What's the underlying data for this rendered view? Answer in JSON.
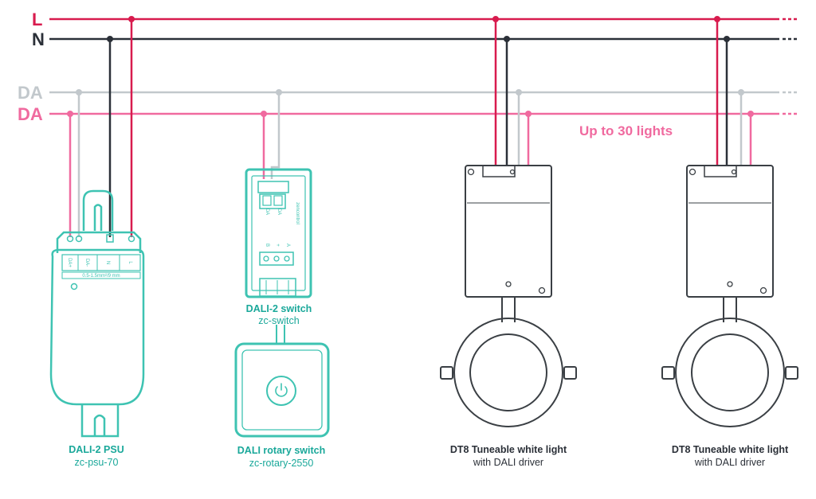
{
  "colors": {
    "live": "#d81b4e",
    "neutral": "#2b3038",
    "dali_grey": "#c2c8cc",
    "dali_pink": "#f06a9f",
    "teal": "#3ec3b2",
    "teal_text": "#1aa89a",
    "device_stroke": "#3a3f44"
  },
  "buses": {
    "live": "L",
    "neutral": "N",
    "dali_minus": "DA",
    "dali_plus": "DA"
  },
  "annotation": "Up to 30 lights",
  "psu": {
    "title": "DALI-2 PSU",
    "model": "zc-psu-70",
    "terminals": [
      "DA+",
      "DA-",
      "N",
      "L"
    ],
    "strip_text": "0.5-1.5mm²/9 mm"
  },
  "switch": {
    "title": "DALI-2 switch",
    "model": "zc-switch",
    "brand": "zencontrol",
    "terminals_top": [
      "DA",
      "DA"
    ],
    "terminals_bottom": [
      "B",
      "+",
      "A"
    ]
  },
  "rotary": {
    "title": "DALI rotary switch",
    "model": "zc-rotary-2550",
    "icon": "power-icon"
  },
  "lights": [
    {
      "title": "DT8 Tuneable white light",
      "subtitle": "with DALI driver"
    },
    {
      "title": "DT8 Tuneable white light",
      "subtitle": "with DALI driver"
    }
  ]
}
